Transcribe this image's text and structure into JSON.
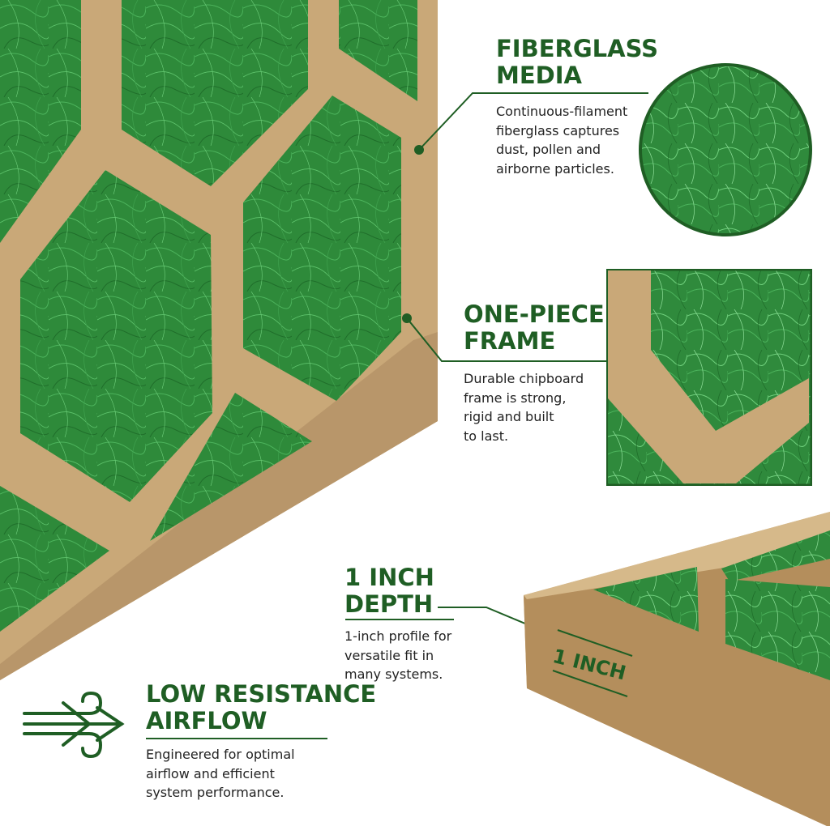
{
  "features": [
    {
      "title_lines": [
        "FIBERGLASS",
        "MEDIA"
      ],
      "desc_lines": [
        "Continuous-filament",
        "fiberglass captures",
        "dust, pollen and",
        "airborne particles."
      ]
    },
    {
      "title_lines": [
        "ONE-PIECE",
        "FRAME"
      ],
      "desc_lines": [
        "Durable chipboard",
        "frame is strong,",
        "rigid and built",
        "to last."
      ]
    },
    {
      "title_lines": [
        "1 INCH",
        "DEPTH"
      ],
      "desc_lines": [
        "1-inch profile for",
        "versatile fit in",
        "many systems."
      ]
    },
    {
      "title_lines": [
        "LOW RESISTANCE",
        "AIRFLOW"
      ],
      "desc_lines": [
        "Engineered for optimal",
        "airflow and efficient",
        "system performance."
      ]
    }
  ],
  "depth_label": "1 INCH",
  "icons": [
    "fiber-texture-icon",
    "frame-corner-icon",
    "airflow-wind-icon"
  ],
  "colors": {
    "brand_green": "#1f5e24",
    "media_green": "#2f8a3c",
    "chipboard": "#c9a878",
    "text": "#222222"
  }
}
